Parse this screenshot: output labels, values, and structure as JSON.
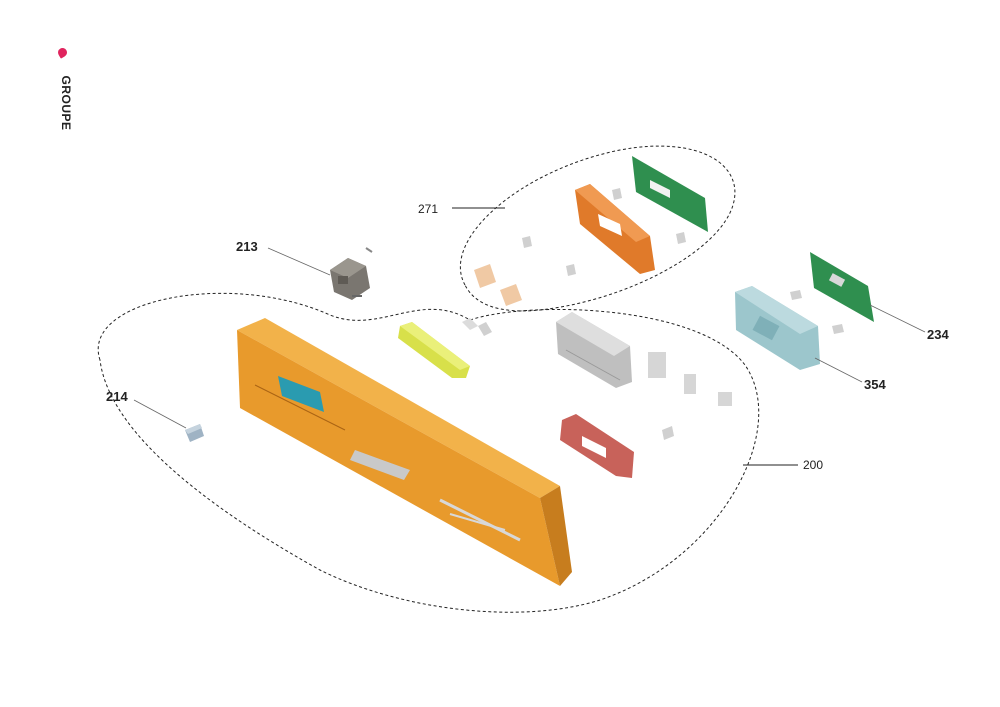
{
  "header": {
    "group_label": "GROUPE",
    "accent_color": "#e0245e"
  },
  "callouts": {
    "c213": "213",
    "c214": "214",
    "c271": "271",
    "c234": "234",
    "c354": "354",
    "c200": "200"
  },
  "part_colors": {
    "front_panel": "#e89a2c",
    "display_window": "#2a9bb0",
    "control_board_green": "#2f8f4f",
    "bracket_orange": "#e07a2a",
    "lock_gray": "#7a7670",
    "yellow_strip": "#d8e04a",
    "gray_housing": "#bfbfbf",
    "red_bracket": "#c8625a",
    "blue_housing": "#9cc6cc",
    "beige_clip": "#f0c9a4"
  }
}
